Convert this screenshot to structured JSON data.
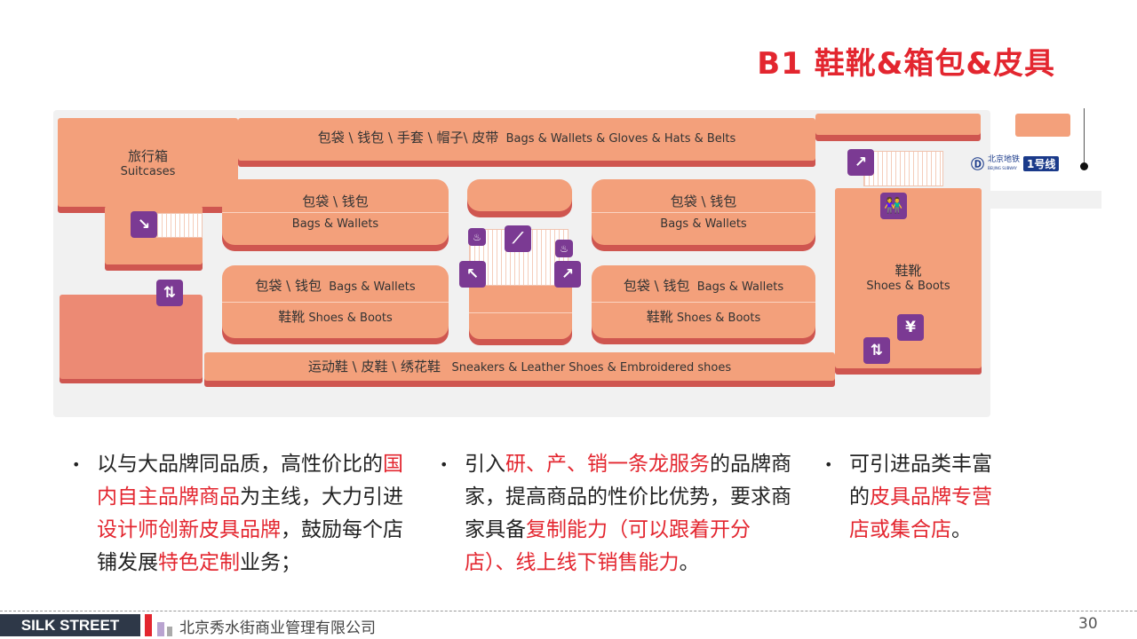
{
  "title": "B1 鞋靴&箱包&皮具",
  "floorplan": {
    "top_band": {
      "zh": "包袋 \\ 钱包 \\ 手套 \\ 帽子\\ 皮带",
      "en": "Bags & Wallets & Gloves & Hats & Belts"
    },
    "suitcases": {
      "zh": "旅行箱",
      "en": "Suitcases"
    },
    "block_left_top": {
      "zh": "包袋 \\ 钱包",
      "en": "Bags & Wallets"
    },
    "block_left_mid_a": {
      "zh": "包袋 \\ 钱包",
      "en": "Bags & Wallets"
    },
    "block_left_mid_b": {
      "zh": "鞋靴",
      "en": "Shoes & Boots"
    },
    "block_right_top": {
      "zh": "包袋 \\ 钱包",
      "en": "Bags & Wallets"
    },
    "block_right_mid_a": {
      "zh": "包袋 \\ 钱包",
      "en": "Bags & Wallets"
    },
    "block_right_mid_b": {
      "zh": "鞋靴",
      "en": "Shoes & Boots"
    },
    "bottom_band": {
      "zh": "运动鞋 \\ 皮鞋 \\ 绣花鞋",
      "en": "Sneakers & Leather Shoes & Embroidered shoes"
    },
    "east": {
      "zh": "鞋靴",
      "en": "Shoes & Boots"
    },
    "metro": {
      "zh": "北京地铁",
      "en": "BEIJING SUBWAY",
      "line": "1号线"
    }
  },
  "bullets": [
    [
      {
        "t": "以与大品牌同品质，高性价比的"
      },
      {
        "t": "国内自主品牌商品",
        "r": 1
      },
      {
        "t": "为主线，大力引进"
      },
      {
        "t": "设计师创新皮具品牌",
        "r": 1
      },
      {
        "t": "，鼓励每个店铺发展"
      },
      {
        "t": "特色定制",
        "r": 1
      },
      {
        "t": "业务；"
      }
    ],
    [
      {
        "t": "引入"
      },
      {
        "t": "研、产、销一条龙服务",
        "r": 1
      },
      {
        "t": "的品牌商家，提高商品的性价比优势，要求商家具备"
      },
      {
        "t": "复制能力（可以跟着开分店）、线上线下销售能力",
        "r": 1
      },
      {
        "t": "。"
      }
    ],
    [
      {
        "t": "可引进品类丰富的"
      },
      {
        "t": "皮具品牌专营店或集合店",
        "r": 1
      },
      {
        "t": "。"
      }
    ]
  ],
  "bullet_symbol": "•",
  "footer": {
    "brand": "SILK STREET",
    "company": "北京秀水街商业管理有限公司",
    "page": "30"
  },
  "colors": {
    "accent": "#e3262f",
    "shop": "#f3a07b",
    "icon": "#7b3a93"
  }
}
